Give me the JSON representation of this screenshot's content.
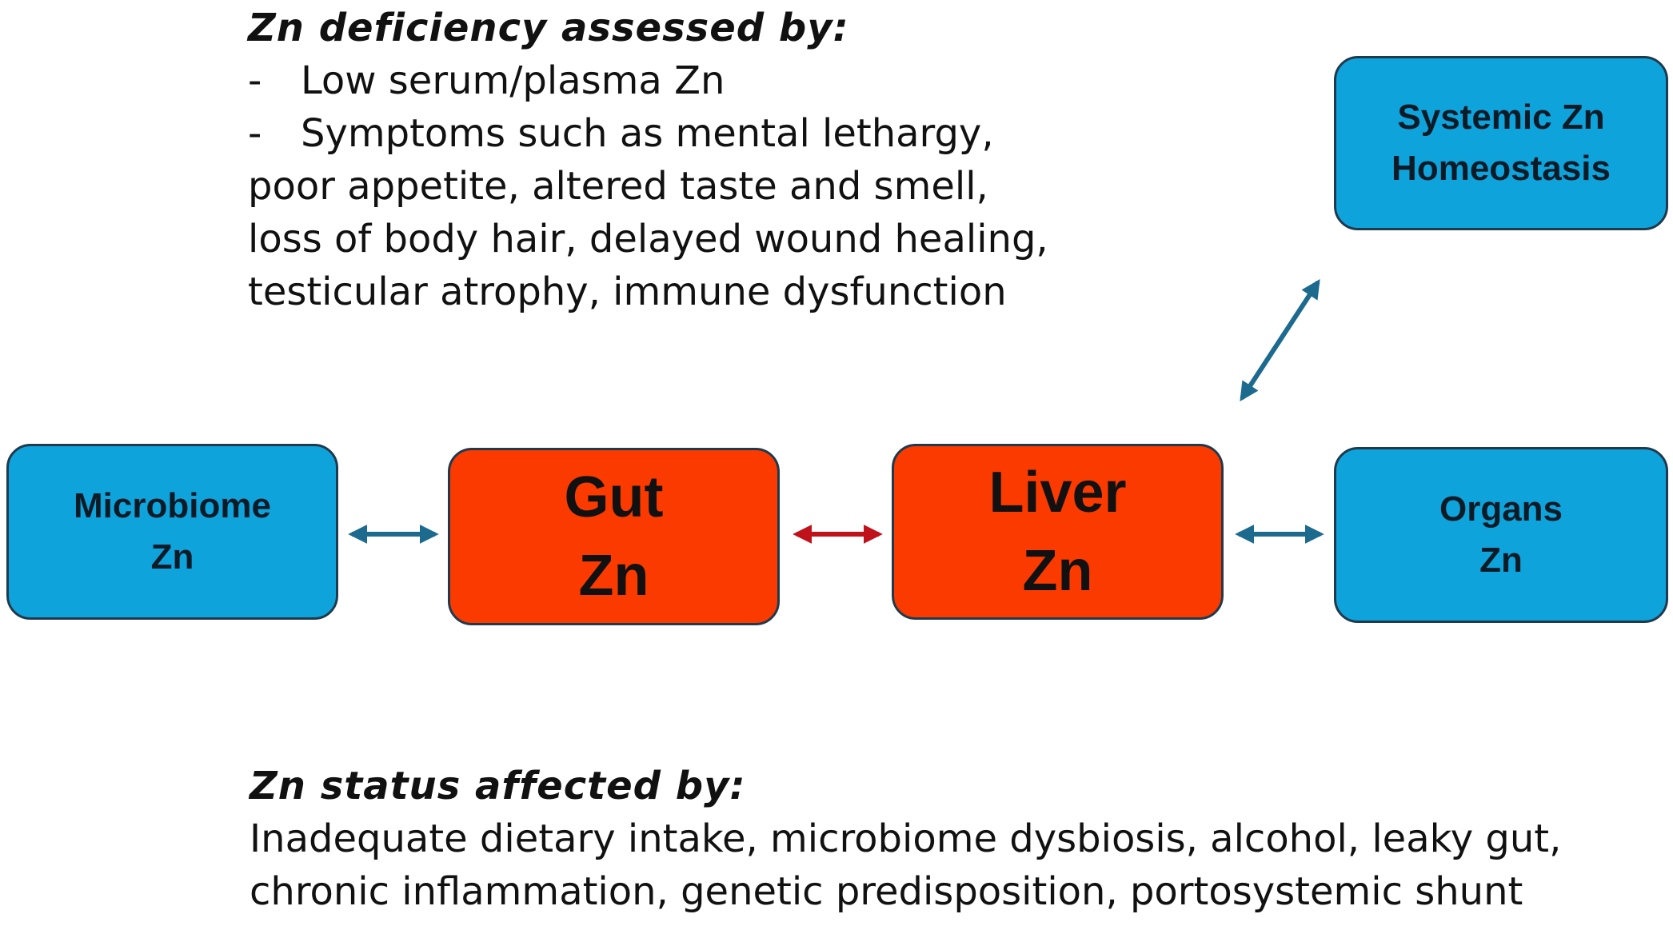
{
  "top_text": {
    "heading": "Zn deficiency assessed by:",
    "bullets": [
      "Low serum/plasma Zn",
      "Symptoms such as mental lethargy,"
    ],
    "continuation": [
      "poor appetite, altered taste and smell,",
      "loss of body hair, delayed wound healing,",
      "testicular atrophy, immune dysfunction"
    ]
  },
  "boxes": {
    "microbiome": {
      "line1": "Microbiome",
      "line2": "Zn",
      "color": "#0fa3dc"
    },
    "gut": {
      "line1": "Gut",
      "line2": "Zn",
      "color": "#fb3a00"
    },
    "liver": {
      "line1": "Liver",
      "line2": "Zn",
      "color": "#fb3a00"
    },
    "organs": {
      "line1": "Organs",
      "line2": "Zn",
      "color": "#0fa3dc"
    },
    "systemic": {
      "line1": "Systemic Zn",
      "line2": "Homeostasis",
      "color": "#0fa3dc"
    }
  },
  "arrows": {
    "blue_color": "#1d6a8f",
    "red_color": "#c0121a"
  },
  "bottom_text": {
    "heading": "Zn status affected by:",
    "lines": [
      "Inadequate dietary intake, microbiome dysbiosis, alcohol, leaky gut,",
      "chronic inflammation, genetic predisposition, portosystemic shunt"
    ]
  }
}
